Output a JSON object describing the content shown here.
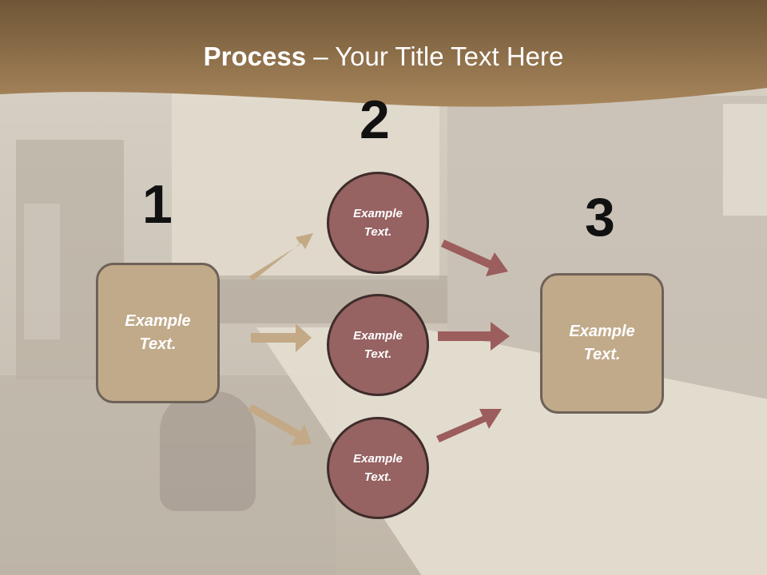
{
  "title": {
    "bold": "Process",
    "rest": " – Your Title Text Here"
  },
  "steps": {
    "n1": "1",
    "n2": "2",
    "n3": "3"
  },
  "left_box": "Example Text.",
  "circles": [
    "Example Text.",
    "Example Text.",
    "Example Text."
  ],
  "right_box": "Example Text.",
  "colors": {
    "header": "#8f6c45",
    "box_fill": "#c1aa8a",
    "circle_fill": "#966262",
    "arrow_tan": "#c3a986",
    "arrow_red": "#9c5d5d"
  }
}
